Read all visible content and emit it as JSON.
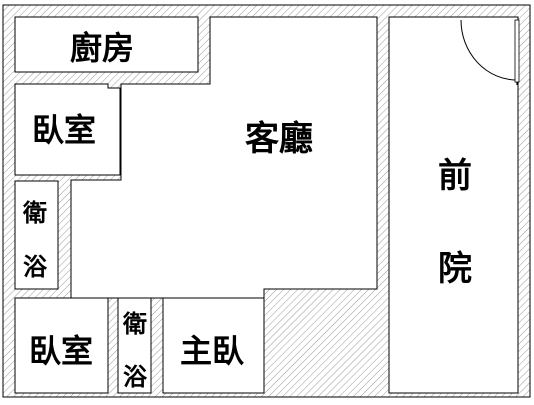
{
  "rooms": {
    "kitchen": "廚房",
    "bedroom_upper": "臥室",
    "living_room": "客廳",
    "bath_left": {
      "line1": "衛",
      "line2": "浴"
    },
    "front_yard": {
      "line1": "前",
      "line2": "院"
    },
    "bedroom_lower": "臥室",
    "bath_lower": {
      "line1": "衛",
      "line2": "浴"
    },
    "master_bedroom": "主臥"
  },
  "colors": {
    "wall_stroke": "#000000",
    "hatch": "#9a9a9a",
    "background": "#ffffff"
  }
}
